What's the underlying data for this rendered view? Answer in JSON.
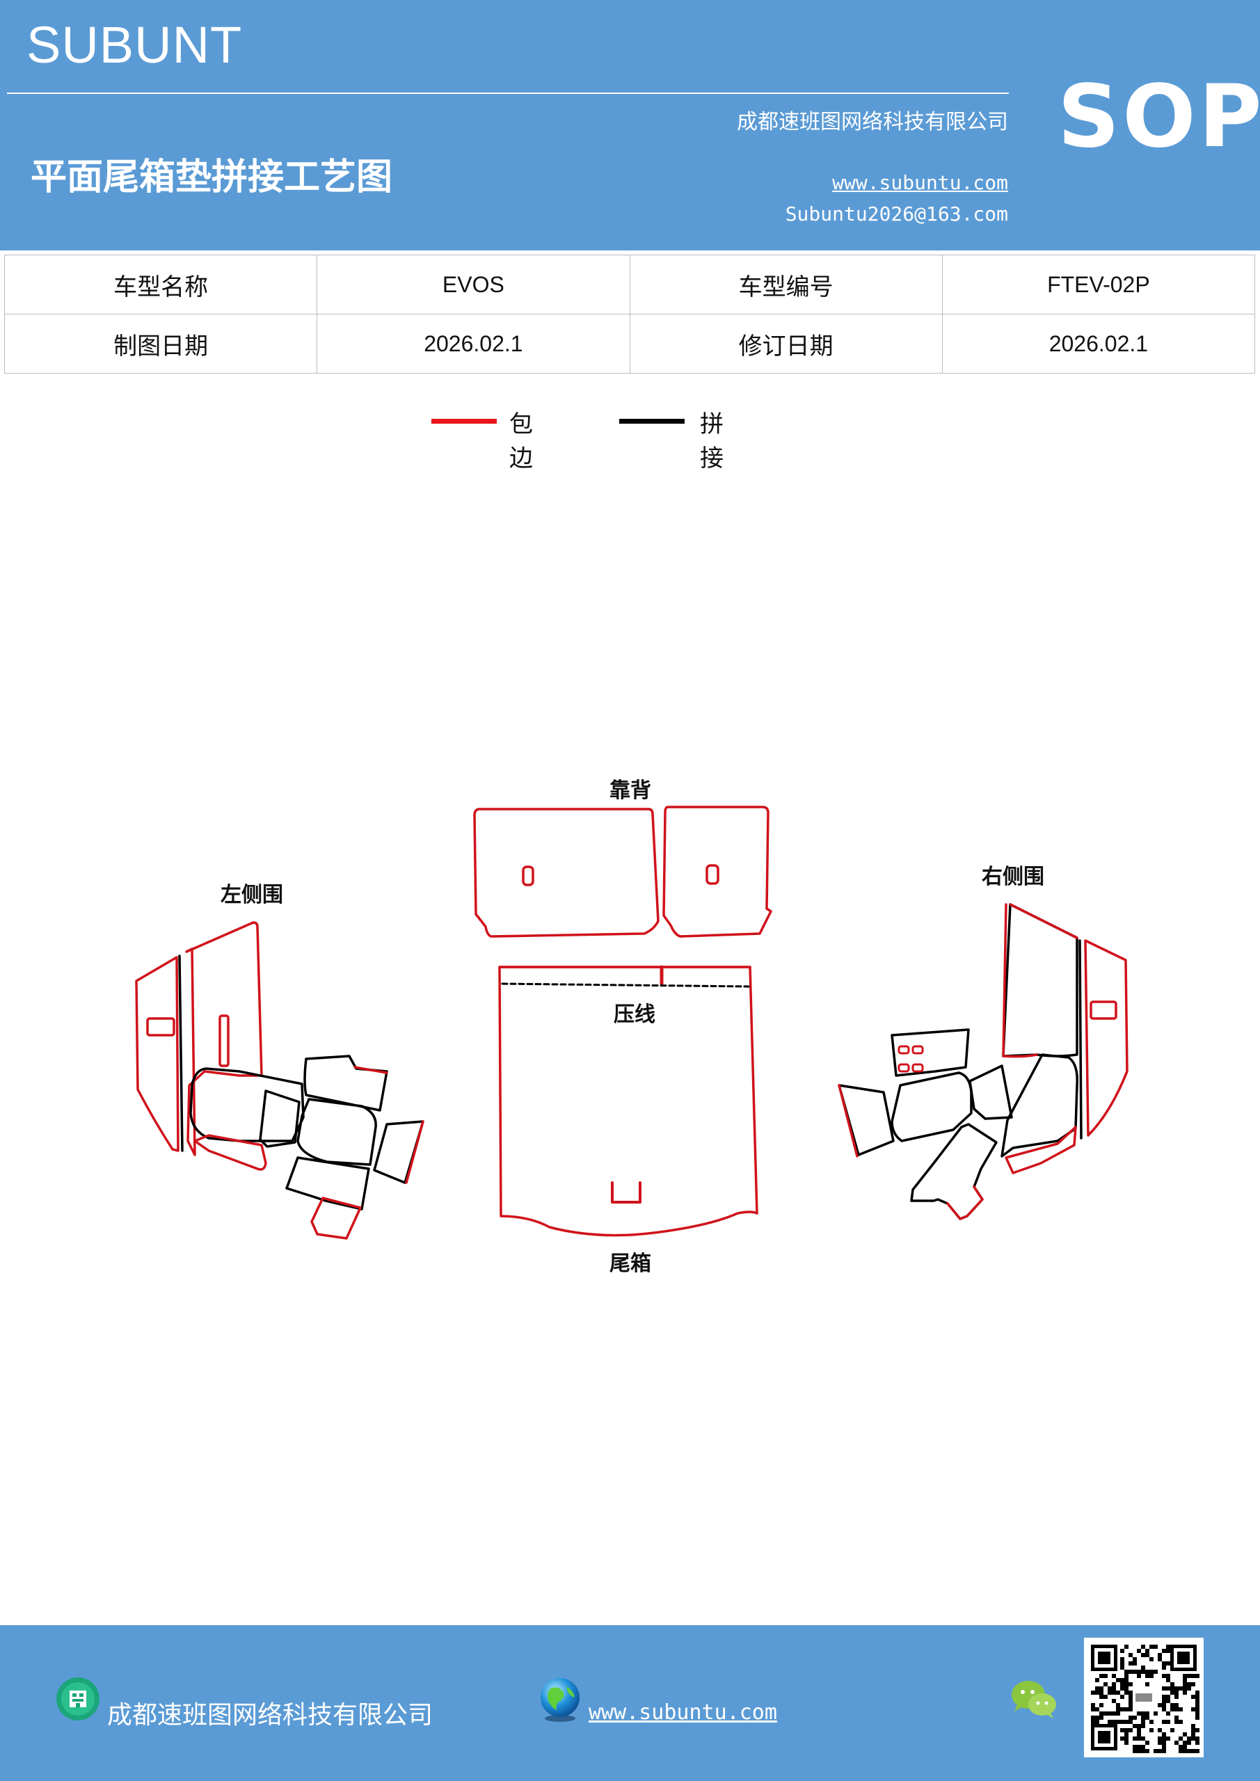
{
  "header": {
    "brand": "SUBUNT",
    "company": "成都速班图网络科技有限公司",
    "title": "平面尾箱垫拼接工艺图",
    "website": "www.subuntu.com",
    "email": "Subuntu2026@163.com",
    "badge": "SOP"
  },
  "info": {
    "model_name_label": "车型名称",
    "model_name_value": "EVOS",
    "model_code_label": "车型编号",
    "model_code_value": "FTEV-02P",
    "draw_date_label": "制图日期",
    "draw_date_value": "2026.02.1",
    "revise_date_label": "修订日期",
    "revise_date_value": "2026.02.1"
  },
  "legend": {
    "edge_label": "包边",
    "edge_color": "#e8161b",
    "seam_label": "拼接",
    "seam_color": "#000000"
  },
  "diagram": {
    "backrest_label": "靠背",
    "left_side_label": "左侧围",
    "right_side_label": "右侧围",
    "crease_label": "压线",
    "trunk_label": "尾箱"
  },
  "footer": {
    "company": "成都速班图网络科技有限公司",
    "website": "www.subuntu.com"
  },
  "colors": {
    "header_bg": "#5b9bd5",
    "edge_red": "#d0121b",
    "seam_black": "#000000"
  },
  "icons": [
    "building-icon",
    "globe-icon",
    "wechat-icon",
    "qr-code-icon"
  ]
}
